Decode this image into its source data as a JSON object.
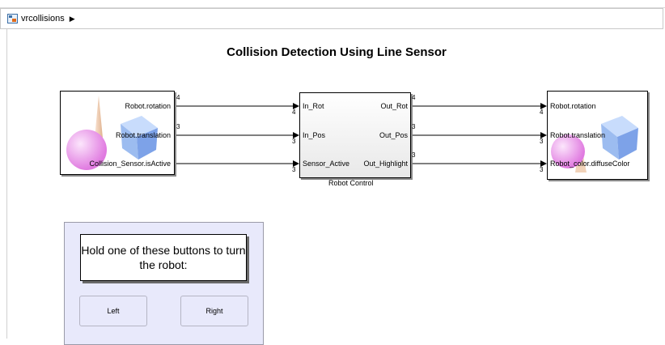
{
  "breadcrumb": {
    "model_name": "vrcollisions",
    "arrow": "▶"
  },
  "diagram": {
    "title": "Collision Detection Using Line Sensor",
    "vr_source": {
      "outputs": [
        "Robot.rotation",
        "Robot.translation",
        "Collision_Sensor.isActive"
      ],
      "widths": [
        "4",
        "3",
        ""
      ]
    },
    "controller": {
      "name": "Robot Control",
      "inputs": [
        "In_Rot",
        "In_Pos",
        "Sensor_Active"
      ],
      "outputs": [
        "Out_Rot",
        "Out_Pos",
        "Out_Highlight"
      ],
      "in_widths": [
        "4",
        "3",
        "3"
      ],
      "out_widths": [
        "4",
        "3",
        "3"
      ]
    },
    "vr_sink": {
      "inputs": [
        "Robot.rotation",
        "Robot.translation",
        "Robot_color.diffuseColor"
      ],
      "widths": [
        "4",
        "3",
        "3"
      ]
    }
  },
  "panel": {
    "instruction": "Hold one of these buttons to turn the robot:",
    "left_button": "Left",
    "right_button": "Right"
  },
  "colors": {
    "panel_bg": "#e8e9fb",
    "sphere": "#f0a0f0",
    "cube": "#8fb4f0",
    "cone": "#f1c8a8"
  }
}
